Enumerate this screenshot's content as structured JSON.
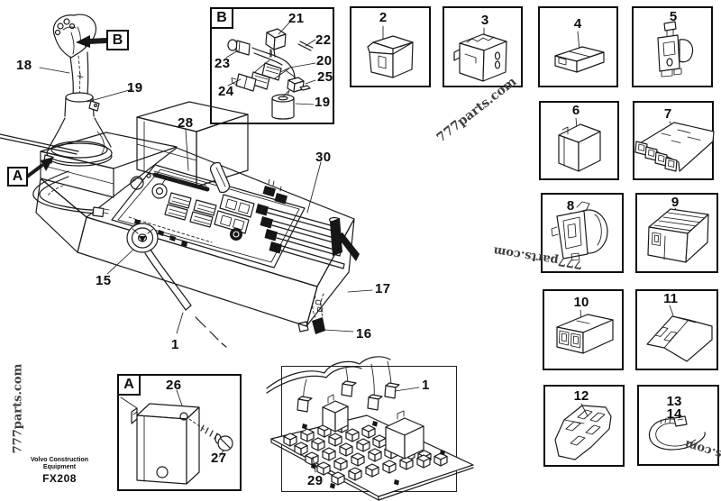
{
  "page": {
    "background": "#ffffff",
    "ink_color": "#1b1b1b"
  },
  "watermark": {
    "text": "777parts.com",
    "color": "#3f3f3f"
  },
  "footer": {
    "brand_line1": "Volvo Construction",
    "brand_line2": "Equipment",
    "figure_code": "FX208"
  },
  "refs": {
    "a": "A",
    "b": "B"
  },
  "main_diagram": {
    "callouts": {
      "c18": "18",
      "c19": "19",
      "c28": "28",
      "c30": "30",
      "c15": "15",
      "c1": "1",
      "c16": "16",
      "c17": "17"
    }
  },
  "detail_b": {
    "callouts": {
      "c21": "21",
      "c22": "22",
      "c23": "23",
      "c20": "20",
      "c24": "24",
      "c25": "25",
      "c19": "19"
    }
  },
  "detail_a": {
    "callouts": {
      "c26": "26",
      "c27": "27"
    }
  },
  "circuit_board": {
    "callouts": {
      "c1": "1",
      "c29": "29"
    }
  },
  "parts_grid": {
    "cells": [
      {
        "number": "2"
      },
      {
        "number": "3"
      },
      {
        "number": "4"
      },
      {
        "number": "5"
      },
      {
        "number": "6"
      },
      {
        "number": "7"
      },
      {
        "number": "8"
      },
      {
        "number": "9"
      },
      {
        "number": "10"
      },
      {
        "number": "11"
      },
      {
        "number": "12"
      },
      {
        "number": "13",
        "number_b": "14"
      }
    ]
  }
}
